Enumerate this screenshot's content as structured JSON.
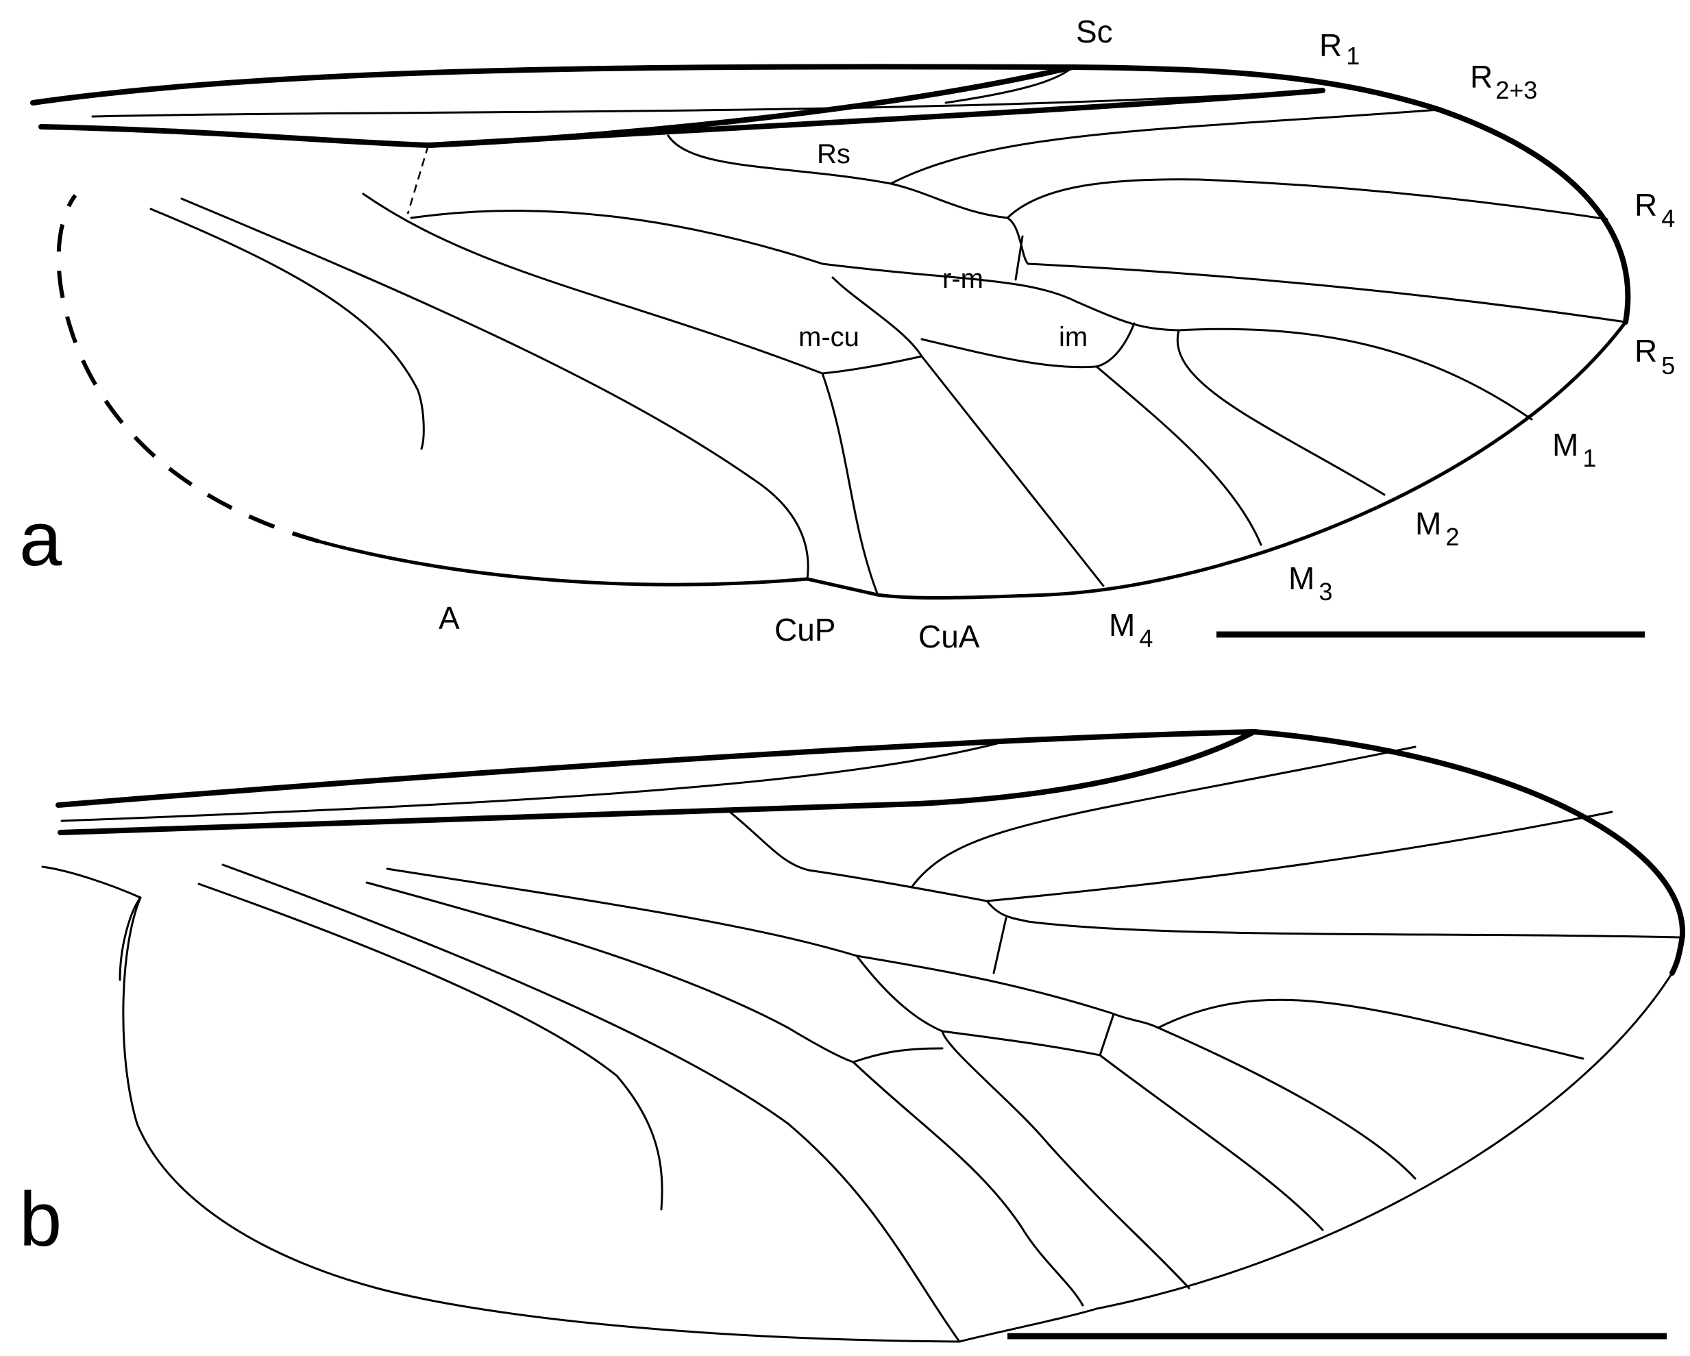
{
  "panels": [
    {
      "letter": "a"
    },
    {
      "letter": "b"
    }
  ],
  "vein_labels": {
    "sc": "Sc",
    "r1": {
      "main": "R",
      "sub": "1"
    },
    "r23": {
      "main": "R",
      "sub": "2+3"
    },
    "r4": {
      "main": "R",
      "sub": "4"
    },
    "r5": {
      "main": "R",
      "sub": "5"
    },
    "rs": "Rs",
    "rm": "r-m",
    "mcu": "m-cu",
    "im": "im",
    "m1": {
      "main": "M",
      "sub": "1"
    },
    "m2": {
      "main": "M",
      "sub": "2"
    },
    "m3": {
      "main": "M",
      "sub": "3"
    },
    "m4": {
      "main": "M",
      "sub": "4"
    },
    "a": "A",
    "cup": "CuP",
    "cua": "CuA"
  },
  "colors": {
    "line": "#000000",
    "background": "#ffffff"
  }
}
